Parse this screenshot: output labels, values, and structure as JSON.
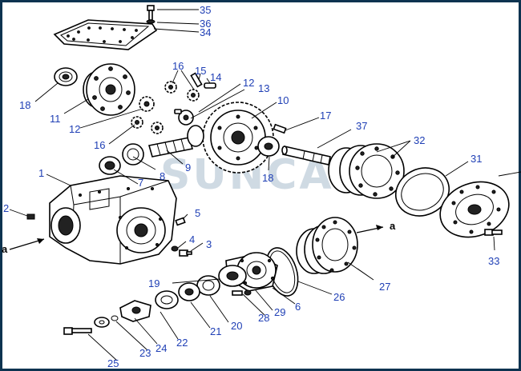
{
  "diagram": {
    "border_color": "#0d3350",
    "callout_color": "#1f3fb5",
    "watermark": "SUNCAR",
    "callouts": {
      "c35": "35",
      "c36": "36",
      "c34": "34",
      "c16a": "16",
      "c15": "15",
      "c14": "14",
      "c18a": "18",
      "c11": "11",
      "c12a": "12",
      "c13": "13",
      "c12b": "12",
      "c10": "10",
      "c17": "17",
      "c37": "37",
      "c32": "32",
      "c16b": "16",
      "c8": "8",
      "c9": "9",
      "c18b": "18",
      "c31": "31",
      "c1": "1",
      "c7": "7",
      "c2": "2",
      "c5": "5",
      "c4": "4",
      "c3": "3",
      "c33": "33",
      "ca_right": "a",
      "ca_left": "a",
      "c19": "19",
      "c27": "27",
      "c26": "26",
      "c6": "6",
      "c29": "29",
      "c28": "28",
      "c20": "20",
      "c21": "21",
      "c22": "22",
      "c24": "24",
      "c23": "23",
      "c25": "25"
    }
  }
}
